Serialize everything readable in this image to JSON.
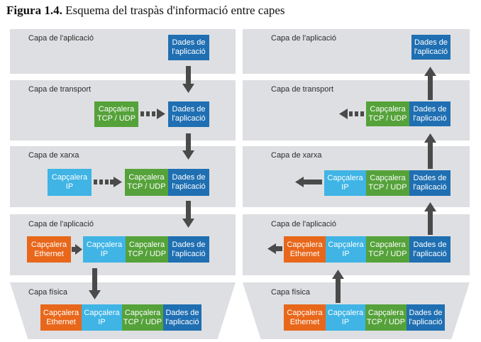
{
  "caption": {
    "number": "Figura 1.4.",
    "title": "Esquema del traspàs d'informació entre capes"
  },
  "layers": {
    "app_top": "Capa de l'aplicació",
    "transport": "Capa de transport",
    "network": "Capa de xarxa",
    "link": "Capa de l'aplicació",
    "physical": "Capa física"
  },
  "boxes": {
    "app_data": "Dades de\nl'aplicació",
    "tcp_udp": "Capçalera\nTCP / UDP",
    "ip": "Capçalera\nIP",
    "ethernet": "Capçalera\nEthernet"
  },
  "colors": {
    "band": "#dedfe2",
    "data": "#1f6fb2",
    "transport_header": "#55a23a",
    "ip_header": "#3fb4e5",
    "ethernet_header": "#e8671a",
    "arrow": "#4a4a4a"
  }
}
